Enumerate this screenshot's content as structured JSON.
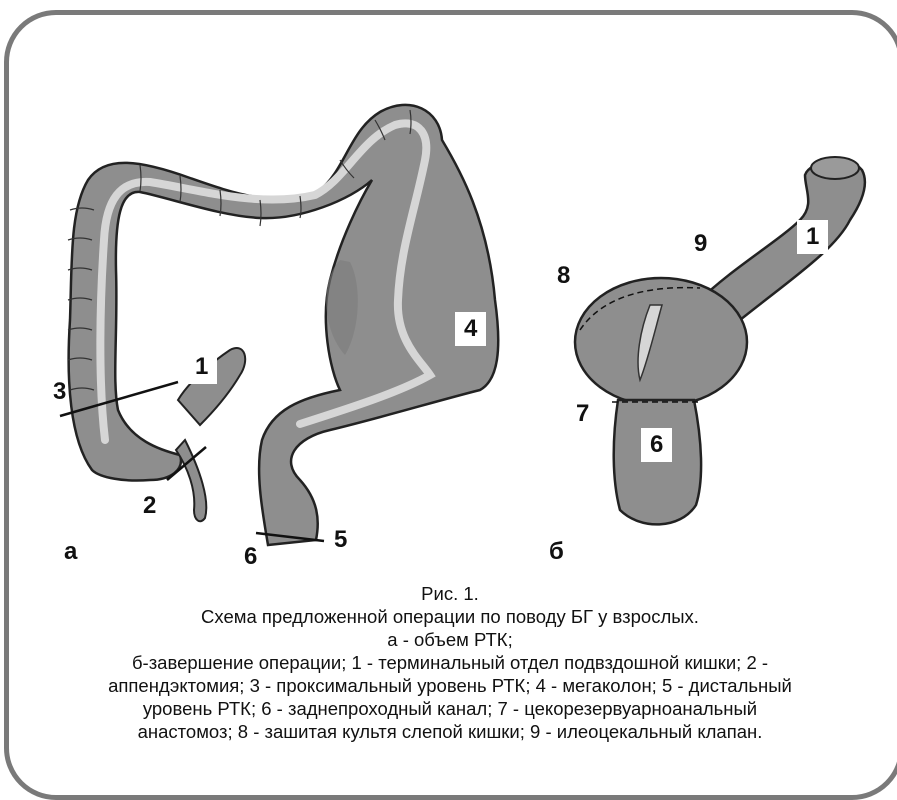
{
  "figure": {
    "panel_a_label": "а",
    "panel_b_label": "б",
    "labels_a": [
      "1",
      "2",
      "3",
      "4",
      "5",
      "6"
    ],
    "labels_b": [
      "1",
      "6",
      "7",
      "8",
      "9"
    ]
  },
  "caption": {
    "lines": [
      "Рис. 1.",
      "Схема предложенной операции по поводу БГ у взрослых.",
      "а - объем РТК;",
      "б-завершение операции; 1 - терминальный отдел подвздошной кишки; 2 -",
      "аппендэктомия; 3 - проксимальный уровень РТК; 4 - мегаколон; 5 - дистальный",
      "уровень РТК; 6 - заднепроходный канал; 7 - цекорезервуарноанальный",
      "анастомоз; 8 - зашитая культя слепой кишки; 9 - илеоцекальный клапан."
    ]
  },
  "colors": {
    "frame": "#7a7a7a",
    "colon_fill": "#8e8e8e",
    "lumen": "#d6d6d6",
    "outline": "#222222"
  }
}
